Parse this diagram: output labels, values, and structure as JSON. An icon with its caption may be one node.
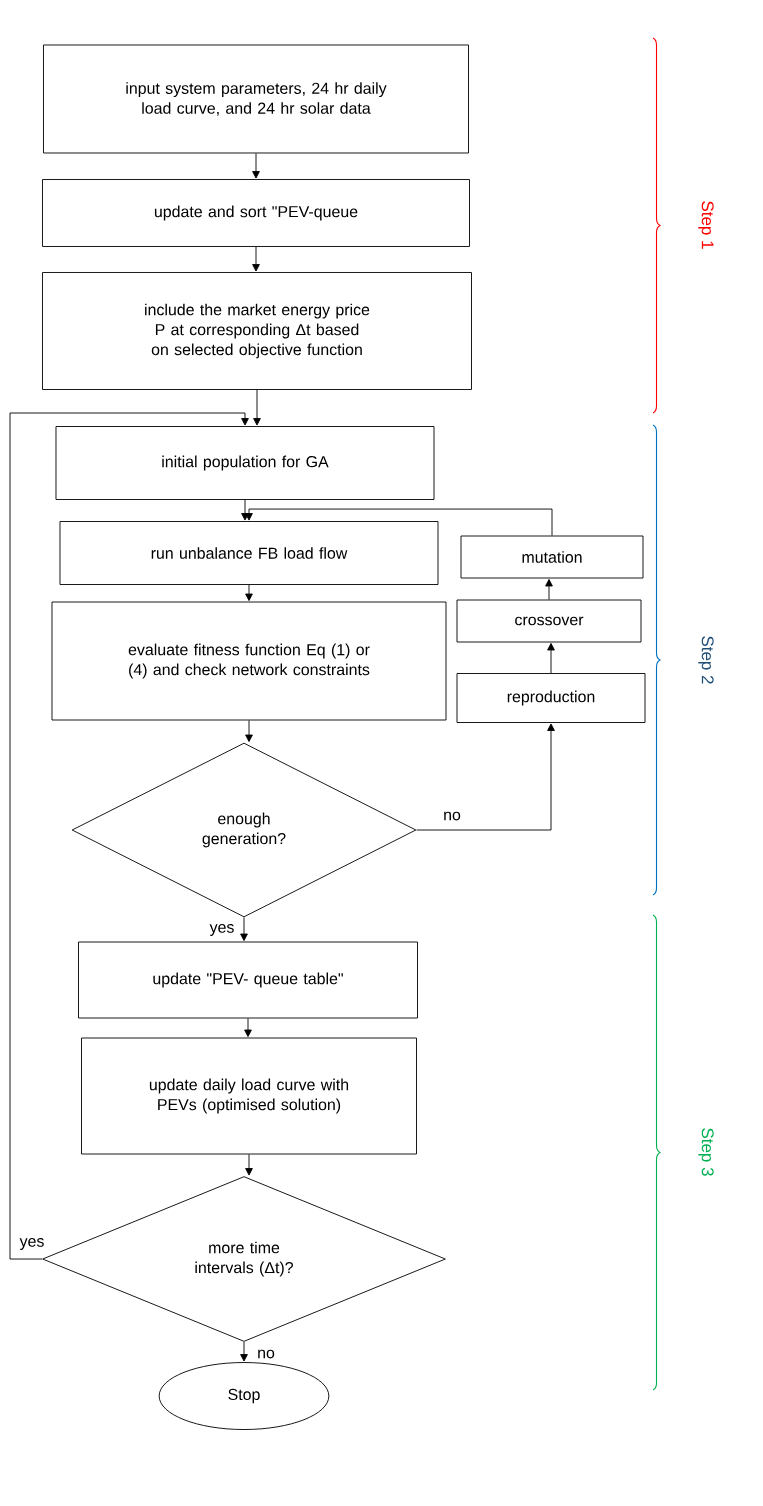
{
  "diagram": {
    "nodes": [
      {
        "text": [
          "input system parameters, 24 hr daily load curve, and 24 hr solar data"
        ]
      },
      {
        "text": [
          "update and sort \"PEV-queue"
        ]
      },
      {
        "text": [
          "include the market energy price P at corresponding Δt based on selected objective function"
        ]
      },
      {
        "text": [
          "initial population for GA"
        ]
      },
      {
        "text": [
          "run unbalance FB load flow"
        ]
      },
      {
        "text": [
          "evaluate fitness function Eq (1) or (4) and check network constraints"
        ]
      },
      {
        "text": [
          "enough generation?"
        ]
      },
      {
        "text": [
          "reproduction"
        ]
      },
      {
        "text": [
          "crossover"
        ]
      },
      {
        "text": [
          "mutation"
        ]
      },
      {
        "text": [
          "update \"PEV- queue table\""
        ]
      },
      {
        "text": [
          "update daily load curve with PEVs (optimised solution)"
        ]
      },
      {
        "text": [
          "more time intervals (Δt)?"
        ]
      },
      {
        "text": [
          "Stop"
        ]
      }
    ],
    "edges": [
      {
        "from": 0,
        "to": 1,
        "arrow": "to"
      },
      {
        "from": 1,
        "to": 2,
        "arrow": "to"
      },
      {
        "from": 2,
        "to": 3,
        "arrow": "to"
      },
      {
        "from": 3,
        "to": 4,
        "arrow": "to"
      },
      {
        "from": 4,
        "to": 5,
        "arrow": "to"
      },
      {
        "from": 5,
        "to": 6,
        "arrow": "to"
      },
      {
        "from": 6,
        "to": 7,
        "arrow": "to",
        "label": "no"
      },
      {
        "from": 7,
        "to": 8,
        "arrow": "to"
      },
      {
        "from": 8,
        "to": 9,
        "arrow": "to"
      },
      {
        "from": 9,
        "to": 4,
        "arrow": "to"
      },
      {
        "from": 6,
        "to": 10,
        "arrow": "to",
        "label": "yes"
      },
      {
        "from": 10,
        "to": 11,
        "arrow": "to"
      },
      {
        "from": 11,
        "to": 12,
        "arrow": "to"
      },
      {
        "from": 12,
        "to": 3,
        "arrow": "to",
        "label": "yes"
      },
      {
        "from": 12,
        "to": 13,
        "arrow": "to",
        "label": "no"
      }
    ],
    "labels": [
      "Step 1",
      "Step 2",
      "Step 3"
    ]
  }
}
